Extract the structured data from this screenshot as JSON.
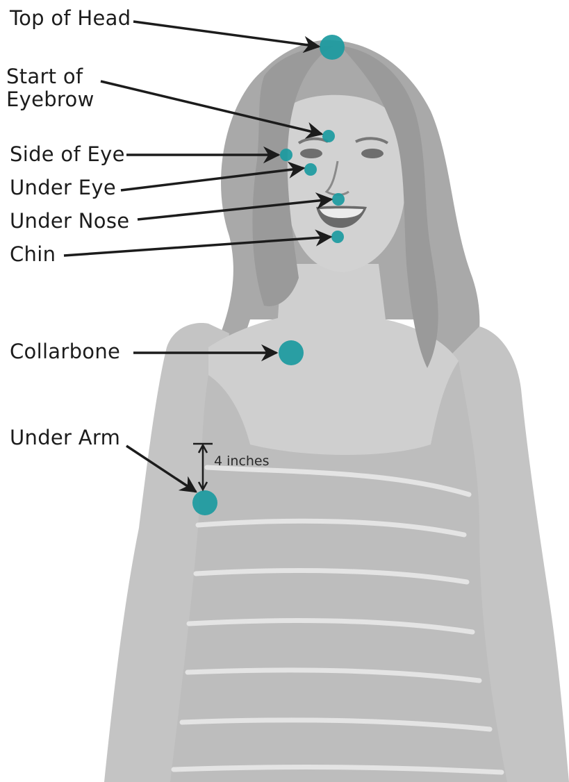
{
  "colors": {
    "point": "#1b9aa0",
    "arrow": "#1c1c1c",
    "skin": "#c9c9c9",
    "hair": "#a9a9a9",
    "shirt": "#bdbdbd",
    "stripe": "#e4e4e4",
    "feature": "#6e6e6e"
  },
  "labels": {
    "top_of_head": "Top of Head",
    "start_of_eyebrow_line1": "Start of",
    "start_of_eyebrow_line2": "Eyebrow",
    "side_of_eye": "Side of Eye",
    "under_eye": "Under Eye",
    "under_nose": "Under Nose",
    "chin": "Chin",
    "collarbone": "Collarbone",
    "under_arm": "Under Arm"
  },
  "measurement": {
    "text": "4 inches"
  }
}
